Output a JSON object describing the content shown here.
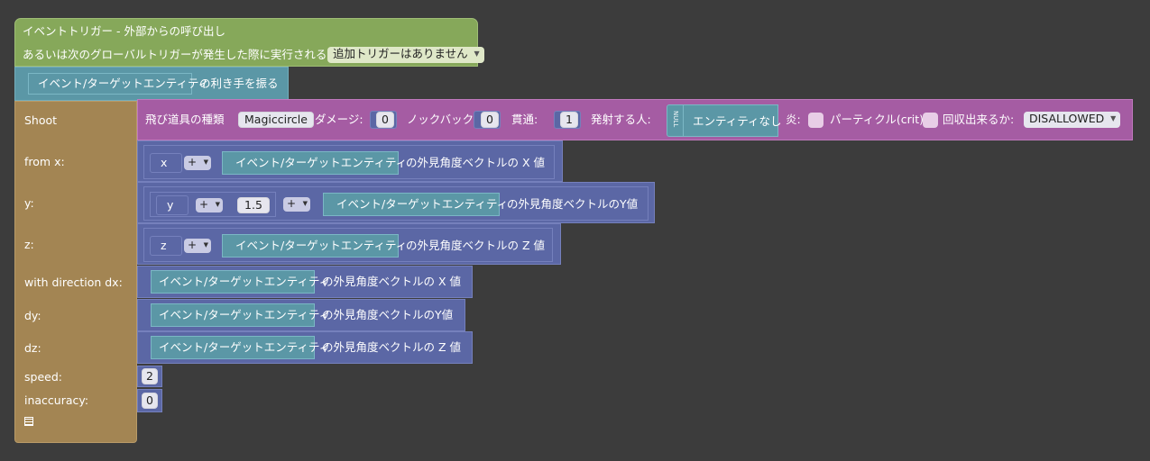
{
  "event": {
    "title": "イベントトリガー - 外部からの呼び出し",
    "subtitle": "あるいは次のグローバルトリガーが発生した際に実行される:",
    "global_trigger": "追加トリガーはありません"
  },
  "swing": {
    "entity": "イベント/ターゲットエンティティ",
    "label": "の利き手を振る"
  },
  "shoot": {
    "label": "Shoot",
    "projectile_label": "飛び道具の種類",
    "projectile": "Magiccircle",
    "damage_label": "ダメージ:",
    "damage": "0",
    "knockback_label": "ノックバック:",
    "knockback": "0",
    "pierce_label": "貫通:",
    "pierce": "1",
    "shooter_label": "発射する人:",
    "null_tag": "NULL",
    "shooter": "エンティティなし",
    "fire_label": "炎:",
    "particle_label": "パーティクル(crit):",
    "pickup_label": "回収出来るか:",
    "pickup": "DISALLOWED"
  },
  "params": {
    "from_x": "from x:",
    "y": "y:",
    "z": "z:",
    "dx": "with direction dx:",
    "dy": "dy:",
    "dz": "dz:",
    "speed": "speed:",
    "inaccuracy": "inaccuracy:"
  },
  "from_x": {
    "var": "x",
    "op": "+",
    "entity": "イベント/ターゲットエンティティ",
    "suffix": "の外見角度ベクトルの X 値"
  },
  "from_y": {
    "var": "y",
    "op1": "+",
    "value": "1.5",
    "op2": "+",
    "entity": "イベント/ターゲットエンティティ",
    "suffix": "の外見角度ベクトルのY値"
  },
  "from_z": {
    "var": "z",
    "op": "+",
    "entity": "イベント/ターゲットエンティティ",
    "suffix": "の外見角度ベクトルの Z 値"
  },
  "dir_x": {
    "entity": "イベント/ターゲットエンティティ",
    "suffix": "の外見角度ベクトルの X 値"
  },
  "dir_y": {
    "entity": "イベント/ターゲットエンティティ",
    "suffix": "の外見角度ベクトルのY値"
  },
  "dir_z": {
    "entity": "イベント/ターゲットエンティティ",
    "suffix": "の外見角度ベクトルの Z 値"
  },
  "speed": "2",
  "inaccuracy": "0",
  "colors": {
    "background": "#3c3c3c",
    "event": "#86a85a",
    "entity": "#5b97a6",
    "action": "#a38553",
    "shoot": "#a55ca3",
    "math": "#5b67a5"
  }
}
